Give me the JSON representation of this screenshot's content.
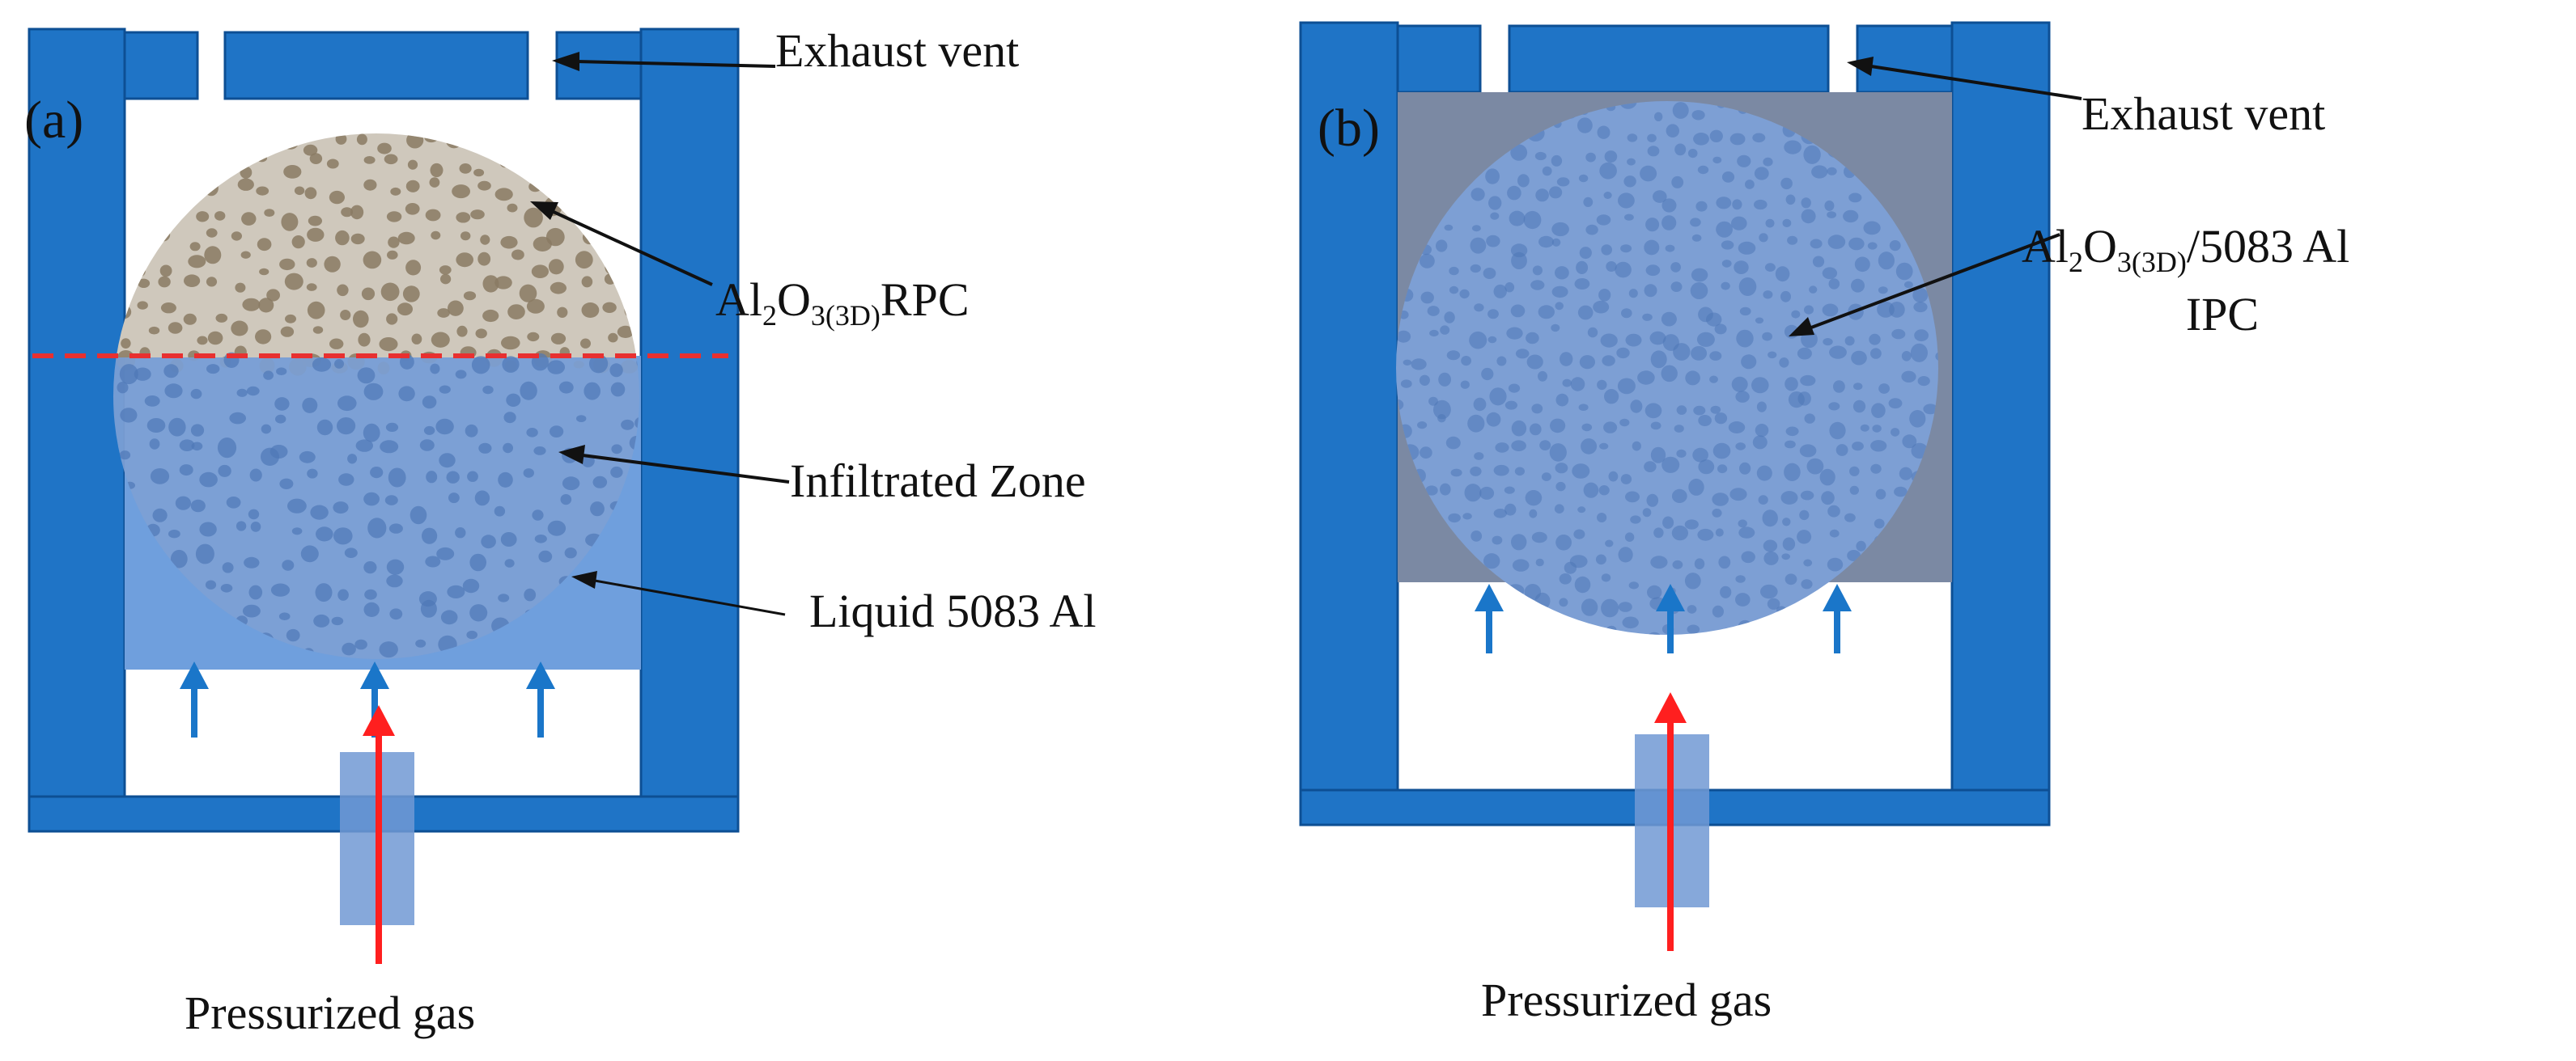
{
  "colors": {
    "wall": "#1f74c6",
    "wall_edge": "#0d4f94",
    "liquid": "#6f9fdd",
    "ceramic_porous": "#cfc8bc",
    "ceramic_pore": "#8a7a63",
    "composite": "#7d9fd4",
    "composite_pore": "#4f77b6",
    "gas_arrow": "#ff1f1f",
    "flow_arrow": "#1a76c9",
    "dashed_line": "#e83030",
    "gas_inlet": "#7199d4",
    "pointer": "#111111"
  },
  "panel_a": {
    "tag": "(a)",
    "exhaust_label": "Exhaust vent",
    "ceramic_label": {
      "main1": "Al",
      "sub1": "2",
      "main2": "O",
      "sub2": "3(3D)",
      "main3": "RPC"
    },
    "infiltrated_label": "Infiltrated Zone",
    "liquid_label": "Liquid 5083 Al",
    "gas_label": "Pressurized gas"
  },
  "panel_b": {
    "tag": "(b)",
    "exhaust_label": "Exhaust vent",
    "composite_label": {
      "main1": "Al",
      "sub1": "2",
      "main2": "O",
      "sub2": "3(3D)",
      "main3": "/5083 Al",
      "line2": "IPC"
    },
    "gas_label": "Pressurized gas"
  }
}
